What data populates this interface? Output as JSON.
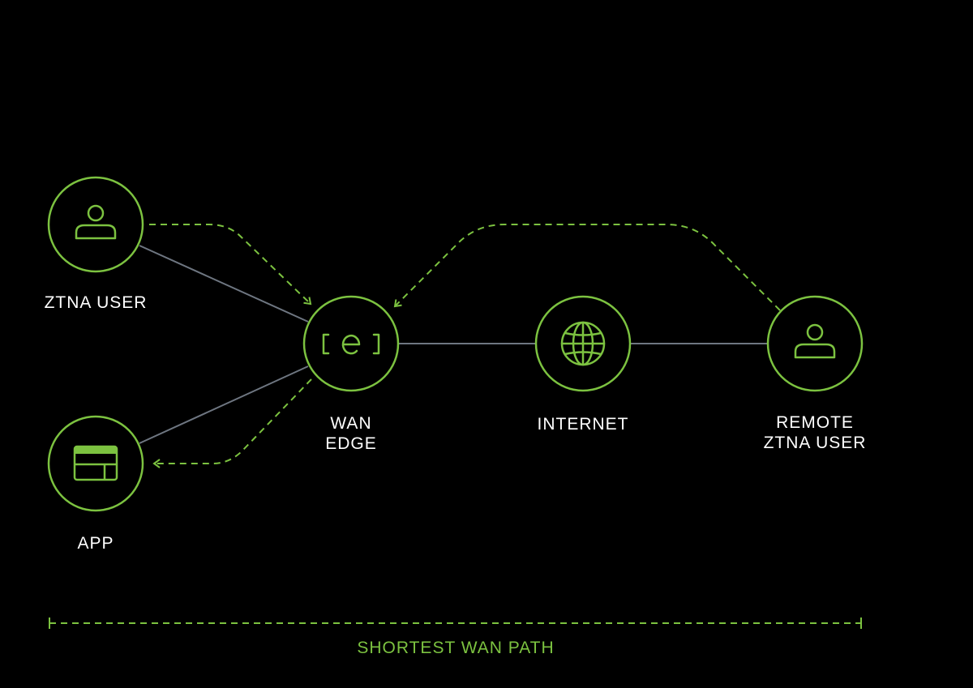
{
  "colors": {
    "background": "#000000",
    "accent": "#7cc240",
    "link": "#6e7681",
    "text": "#ffffff"
  },
  "nodes": {
    "ztna_user": {
      "label": "ZTNA USER",
      "icon": "user-icon"
    },
    "app": {
      "label": "APP",
      "icon": "app-window-icon"
    },
    "wan_edge": {
      "label_line1": "WAN",
      "label_line2": "EDGE",
      "icon": "edge-logo-icon"
    },
    "internet": {
      "label": "INTERNET",
      "icon": "globe-icon"
    },
    "remote_user": {
      "label_line1": "REMOTE",
      "label_line2": "ZTNA USER",
      "icon": "user-icon"
    }
  },
  "footer": {
    "path_label": "SHORTEST WAN PATH"
  }
}
